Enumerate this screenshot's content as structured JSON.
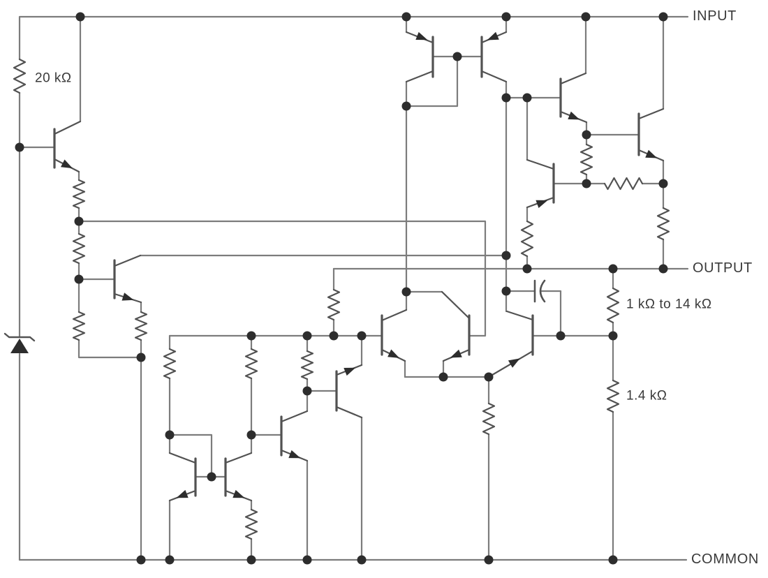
{
  "diagram": {
    "type": "circuit-schematic",
    "description": "Internal schematic of a three-terminal voltage regulator",
    "terminals": [
      {
        "id": "input",
        "label": "INPUT"
      },
      {
        "id": "output",
        "label": "OUTPUT"
      },
      {
        "id": "common",
        "label": "COMMON"
      }
    ],
    "component_labels": [
      {
        "id": "r-start",
        "label": "20 kΩ"
      },
      {
        "id": "r-divider-top",
        "label": "1 kΩ to 14 kΩ"
      },
      {
        "id": "r-divider-bottom",
        "label": "1.4 kΩ"
      }
    ],
    "colors": {
      "wire": "#7c7c7c",
      "component": "#525252",
      "solid": "#2d2d2d",
      "text": "#3a3a3a",
      "background": "#ffffff"
    },
    "counts": {
      "transistors": 14,
      "resistors": 17,
      "capacitors": 1,
      "zener_diodes": 1
    }
  }
}
